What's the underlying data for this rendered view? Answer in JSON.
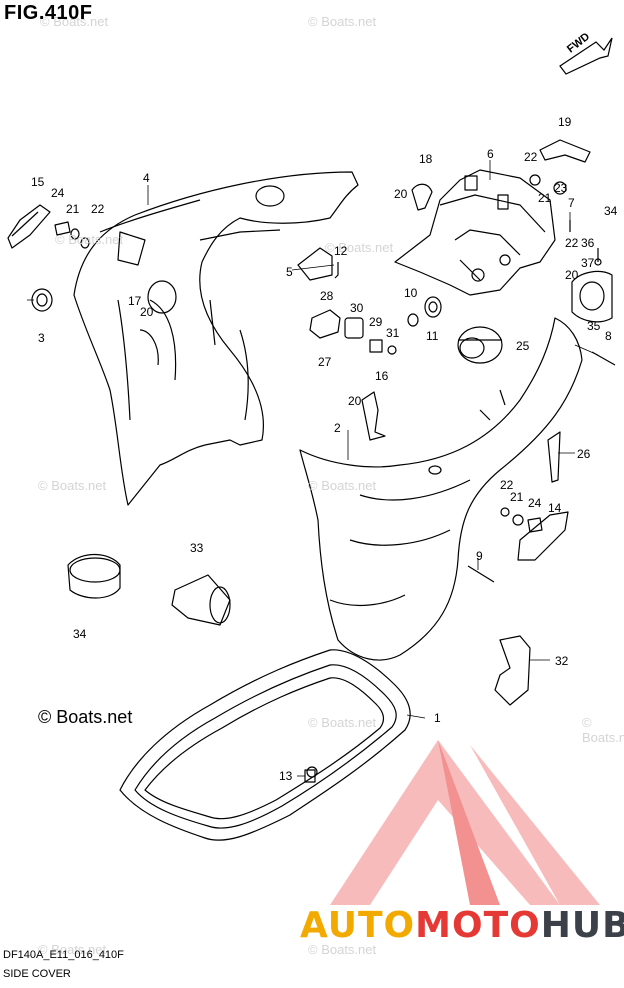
{
  "figure": {
    "title": "FIG.410F",
    "code": "DF140A_E11_016_410F",
    "name": "SIDE COVER"
  },
  "direction_badge": "FWD",
  "copyright": "© Boats.net",
  "watermark_text": "© Boats.net",
  "brand": {
    "part1": "AUTO",
    "part2": "MOTO",
    "part3": "HUB",
    "colors": {
      "auto": "#f2a900",
      "moto": "#e53935",
      "hub": "#3c4048",
      "logo": "#f28b82"
    }
  },
  "callouts": [
    "1",
    "2",
    "3",
    "4",
    "5",
    "6",
    "7",
    "8",
    "9",
    "10",
    "11",
    "12",
    "13",
    "14",
    "15",
    "16",
    "17",
    "18",
    "19",
    "20",
    "20",
    "20",
    "20",
    "21",
    "21",
    "21",
    "22",
    "22",
    "22",
    "22",
    "23",
    "24",
    "24",
    "25",
    "26",
    "27",
    "28",
    "29",
    "30",
    "31",
    "32",
    "33",
    "34",
    "34",
    "35",
    "36",
    "37"
  ]
}
